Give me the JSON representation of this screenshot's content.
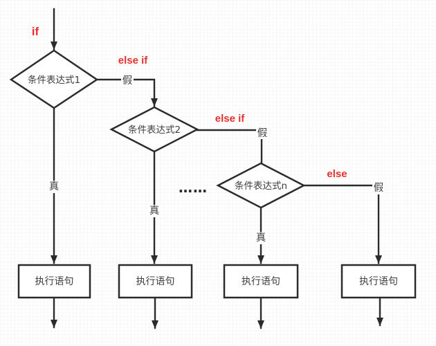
{
  "flowchart": {
    "branch_keywords": {
      "if": "if",
      "else_if_1": "else if",
      "else_if_2": "else if",
      "else": "else"
    },
    "decisions": [
      {
        "label": "条件表达式1"
      },
      {
        "label": "条件表达式2"
      },
      {
        "label": "条件表达式n"
      }
    ],
    "processes": [
      {
        "label": "执行语句"
      },
      {
        "label": "执行语句"
      },
      {
        "label": "执行语句"
      },
      {
        "label": "执行语句"
      }
    ],
    "edge_labels": {
      "true_1": "真",
      "true_2": "真",
      "true_3": "真",
      "false_1": "假",
      "false_2": "假",
      "false_3": "假"
    },
    "ellipsis": "……"
  },
  "colors": {
    "stroke": "#2b2b2b",
    "keyword_red": "#e8312e",
    "text": "#3d3d3d",
    "node_fill": "#ffffff"
  }
}
